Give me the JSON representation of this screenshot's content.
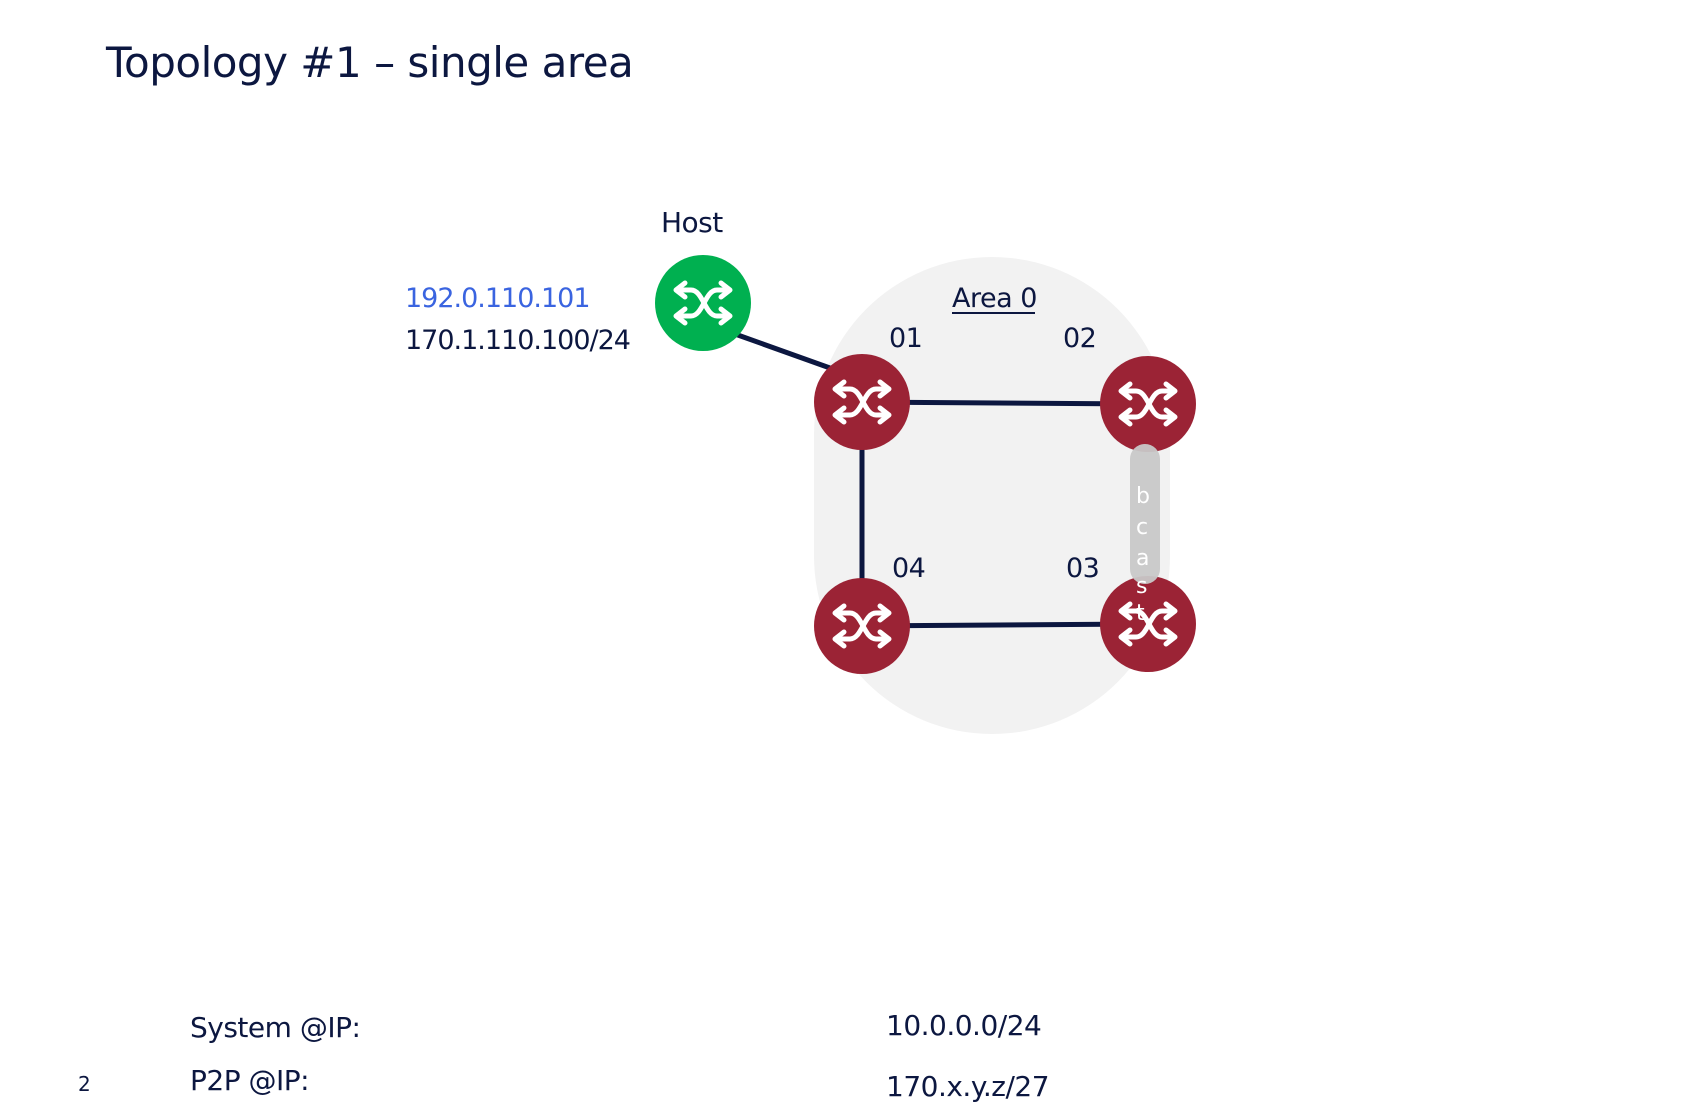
{
  "title": "Topology #1 – single area",
  "slide_number": "2",
  "colors": {
    "router": "#9b2335",
    "host": "#00b050",
    "link": "#0c1740",
    "area_bg": "#f2f2f2",
    "bcast_bg": "#c8c8c8",
    "ip_blue": "#3a64e0"
  },
  "area": {
    "label": "Area 0"
  },
  "host": {
    "label": "Host",
    "icon": "switch-arrows-icon",
    "ip_primary": "192.0.110.101",
    "ip_secondary": "170.1.110.100/24"
  },
  "routers": [
    {
      "id": "r01",
      "label": "01",
      "icon": "switch-arrows-icon"
    },
    {
      "id": "r02",
      "label": "02",
      "icon": "switch-arrows-icon"
    },
    {
      "id": "r03",
      "label": "03",
      "icon": "switch-arrows-icon"
    },
    {
      "id": "r04",
      "label": "04",
      "icon": "switch-arrows-icon"
    }
  ],
  "links": [
    {
      "from": "host",
      "to": "r01"
    },
    {
      "from": "r01",
      "to": "r02"
    },
    {
      "from": "r01",
      "to": "r04"
    },
    {
      "from": "r04",
      "to": "r03"
    }
  ],
  "bcast": {
    "letters": [
      "b",
      "c",
      "a",
      "s",
      "t"
    ]
  },
  "footer": {
    "system_label": "System @IP:",
    "system_value": "10.0.0.0/24",
    "p2p_label": "P2P @IP:",
    "p2p_value": "170.x.y.z/27"
  }
}
